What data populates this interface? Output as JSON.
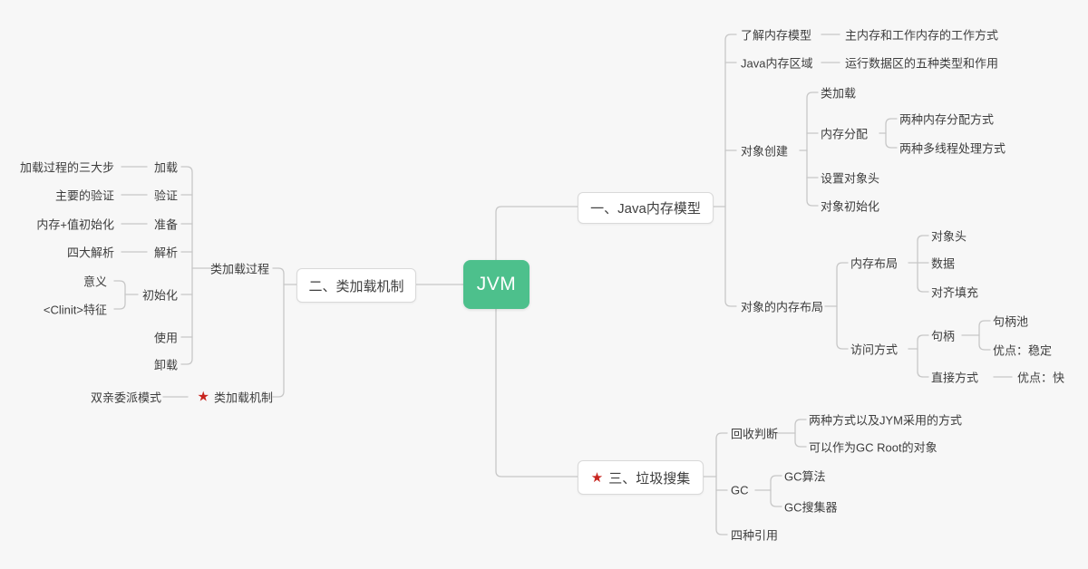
{
  "colors": {
    "root_bg": "#4dc08c",
    "star_red": "#c8251f",
    "line_gray": "#c7c7c7",
    "text_gray": "#3d3d3d"
  },
  "icons": {
    "star": "★"
  },
  "root": {
    "label": "JVM"
  },
  "branches": [
    {
      "label": "一、Java内存模型",
      "children": [
        {
          "label": "了解内存模型",
          "children": [
            {
              "label": "主内存和工作内存的工作方式"
            }
          ]
        },
        {
          "label": "Java内存区域",
          "children": [
            {
              "label": "运行数据区的五种类型和作用"
            }
          ]
        },
        {
          "label": "对象创建",
          "children": [
            {
              "label": "类加载"
            },
            {
              "label": "内存分配",
              "children": [
                {
                  "label": "两种内存分配方式"
                },
                {
                  "label": "两种多线程处理方式"
                }
              ]
            },
            {
              "label": "设置对象头"
            },
            {
              "label": "对象初始化"
            }
          ]
        },
        {
          "label": "对象的内存布局",
          "children": [
            {
              "label": "内存布局",
              "children": [
                {
                  "label": "对象头"
                },
                {
                  "label": "数据"
                },
                {
                  "label": "对齐填充"
                }
              ]
            },
            {
              "label": "访问方式",
              "children": [
                {
                  "label": "句柄",
                  "children": [
                    {
                      "label": "句柄池"
                    },
                    {
                      "label": "优点：稳定"
                    }
                  ]
                },
                {
                  "label": "直接方式",
                  "children": [
                    {
                      "label": "优点：快"
                    }
                  ]
                }
              ]
            }
          ]
        }
      ]
    },
    {
      "label": "二、类加载机制",
      "children": [
        {
          "label": "类加载过程",
          "children": [
            {
              "label": "加载",
              "note": "加载过程的三大步"
            },
            {
              "label": "验证",
              "note": "主要的验证"
            },
            {
              "label": "准备",
              "note": "内存+值初始化"
            },
            {
              "label": "解析",
              "note": "四大解析"
            },
            {
              "label": "初始化",
              "notes": [
                "意义",
                "<Clinit>特征"
              ]
            },
            {
              "label": "使用"
            },
            {
              "label": "卸载"
            }
          ]
        },
        {
          "label": "类加载机制",
          "starred": true,
          "note": "双亲委派模式"
        }
      ]
    },
    {
      "label": "三、垃圾搜集",
      "starred": true,
      "children": [
        {
          "label": "回收判断",
          "children": [
            {
              "label": "两种方式以及JYM采用的方式"
            },
            {
              "label": "可以作为GC Root的对象"
            }
          ]
        },
        {
          "label": "GC",
          "children": [
            {
              "label": "GC算法"
            },
            {
              "label": "GC搜集器"
            }
          ]
        },
        {
          "label": "四种引用"
        }
      ]
    }
  ]
}
